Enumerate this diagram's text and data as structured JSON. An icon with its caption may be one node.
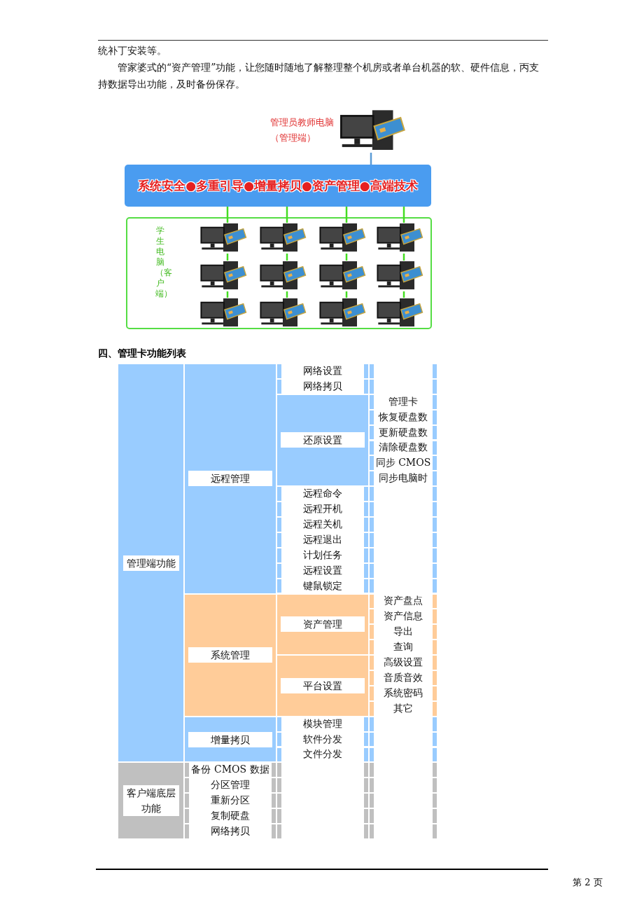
{
  "diagram": {
    "nodes": [
      {
        "text": [],
        "shape": "picture",
        "beside": [
          "管理员教师电脑（管理端）"
        ]
      },
      {
        "text": [
          "系统安全●多重引导●增量拷贝●资产管理●高端技术"
        ]
      },
      {
        "text": [
          "学生电脑（客户端）"
        ]
      },
      {
        "text": [],
        "shape": "picture",
        "in": 2
      },
      {
        "text": [],
        "shape": "picture",
        "in": 2
      },
      {
        "text": [],
        "shape": "picture",
        "in": 2
      },
      {
        "text": [],
        "shape": "picture",
        "in": 2
      },
      {
        "text": [],
        "shape": "picture",
        "in": 2
      },
      {
        "text": [],
        "shape": "picture",
        "in": 2
      },
      {
        "text": [],
        "shape": "picture",
        "in": 2
      },
      {
        "text": [],
        "shape": "picture",
        "in": 2
      },
      {
        "text": [],
        "shape": "picture",
        "in": 2
      },
      {
        "text": [],
        "shape": "picture",
        "in": 2
      },
      {
        "text": [],
        "shape": "picture",
        "in": 2
      },
      {
        "text": [],
        "shape": "picture",
        "in": 2
      }
    ],
    "edges": [
      {
        "from": 0,
        "to": 1,
        "arrow": "none",
        "color": "#5b9bd5"
      },
      {
        "from": 1,
        "to": 3,
        "arrow": "none"
      },
      {
        "from": 1,
        "to": 4,
        "arrow": "none"
      },
      {
        "from": 1,
        "to": 5,
        "arrow": "none"
      },
      {
        "from": 1,
        "to": 6,
        "arrow": "none"
      },
      {
        "from": 3,
        "to": 7,
        "arrow": "none"
      },
      {
        "from": 4,
        "to": 8,
        "arrow": "none"
      },
      {
        "from": 5,
        "to": 9,
        "arrow": "none"
      },
      {
        "from": 6,
        "to": 10,
        "arrow": "none"
      },
      {
        "from": 7,
        "to": 11,
        "arrow": "none"
      },
      {
        "from": 8,
        "to": 12,
        "arrow": "none"
      },
      {
        "from": 9,
        "to": 13,
        "arrow": "none"
      },
      {
        "from": 10,
        "to": 14,
        "arrow": "none"
      }
    ],
    "labels": [
      "统补丁安装等。",
      "管家婆式的“资产管理”功能，让您随时随地了解整理整个机房或者单台机器的软、硬件信息，丙支持数据导出功能，及时备份保存。",
      "四、管理卡功能列表",
      "管理端功能",
      "远程管理",
      "网络设置",
      "网络拷贝",
      "还原设置",
      "管理卡",
      "恢复硬盘数",
      "更新硬盘数",
      "清除硬盘数",
      "同步 CMOS",
      "同步电脑时",
      "远程命令",
      "远程开机",
      "远程关机",
      "远程退出",
      "计划任务",
      "远程设置",
      "键鼠锁定",
      "系统管理",
      "资产管理",
      "资产盘点",
      "资产信息",
      "导出",
      "查询",
      "平台设置",
      "高级设置",
      "音质音效",
      "系统密码",
      "其它",
      "增量拷贝",
      "模块管理",
      "软件分发",
      "文件分发",
      "客户端底层功能",
      "备份 CMOS 数据",
      "分区管理",
      "重新分区",
      "复制硬盘",
      "网络拷贝",
      "第 2 页"
    ]
  }
}
